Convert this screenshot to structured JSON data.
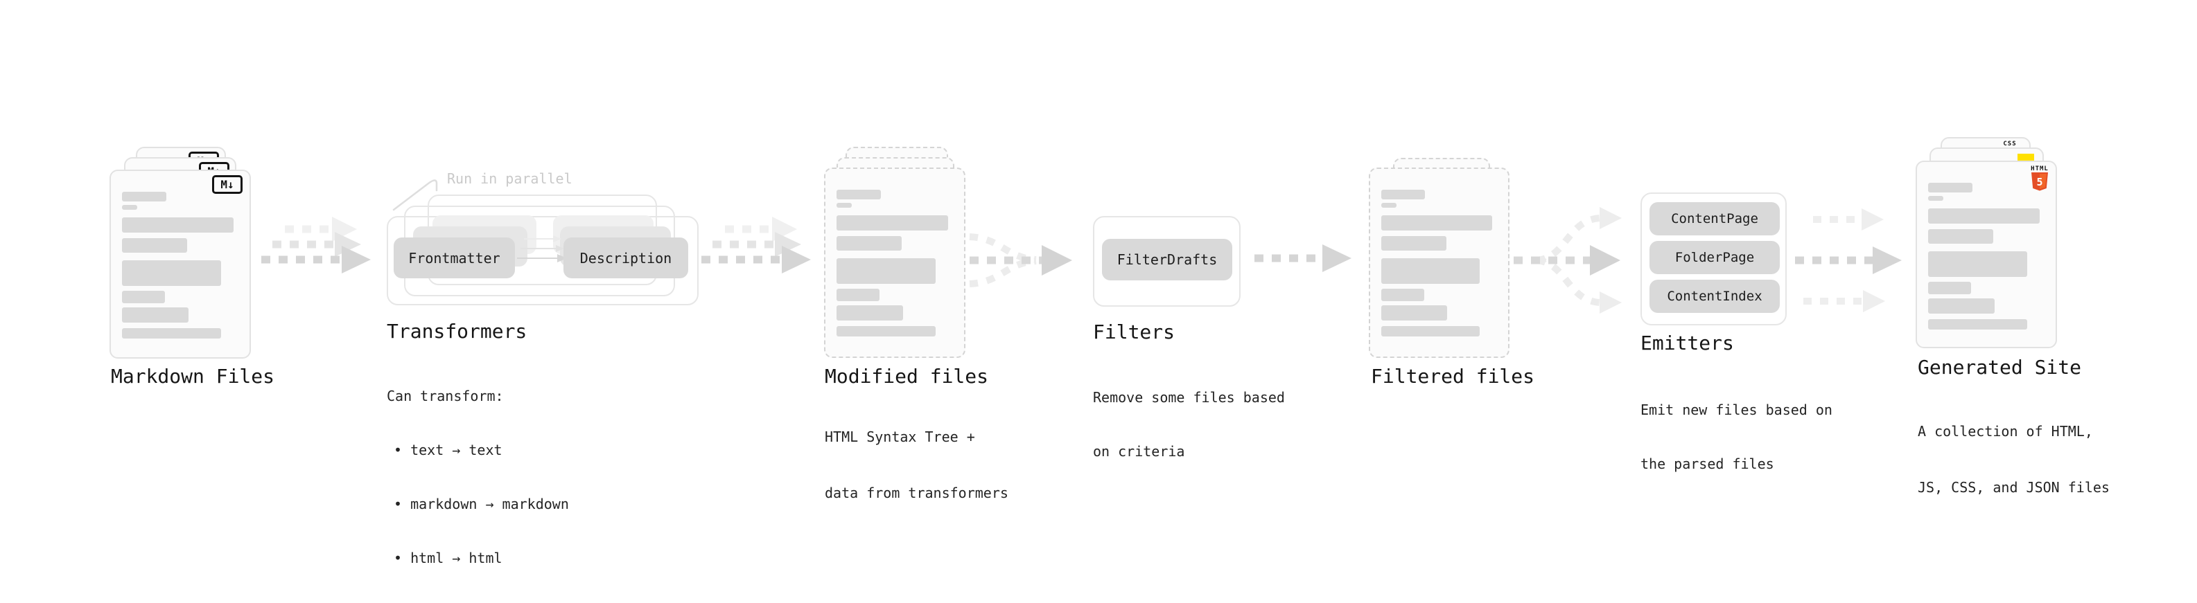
{
  "pipeline": {
    "markdown": {
      "label": "Markdown Files",
      "badge": "M↓"
    },
    "transformers": {
      "callout": "Run in parallel",
      "node_a": "Frontmatter",
      "node_b": "Description",
      "title": "Transformers",
      "desc_heading": "Can transform:",
      "bullets": [
        "• text → text",
        "• markdown → markdown",
        "• html → html"
      ]
    },
    "modified": {
      "label": "Modified files",
      "desc": [
        "HTML Syntax Tree +",
        "data from transformers"
      ]
    },
    "filters": {
      "title": "Filters",
      "node": "FilterDrafts",
      "desc": [
        "Remove some files based",
        "on criteria"
      ]
    },
    "filtered": {
      "label": "Filtered files"
    },
    "emitters": {
      "title": "Emitters",
      "nodes": [
        "ContentPage",
        "FolderPage",
        "ContentIndex"
      ],
      "desc": [
        "Emit new files based on",
        "the parsed files"
      ]
    },
    "generated": {
      "label": "Generated Site",
      "desc": [
        "A collection of HTML,",
        "JS, CSS, and JSON files"
      ],
      "html_badge_word": "HTML",
      "html_badge_number": "5",
      "css_badge_word": "CSS"
    }
  },
  "colors": {
    "html5_orange": "#e44d26",
    "html5_orange_light": "#f16529",
    "js_yellow": "#ffe000",
    "css_blue": "#2965f1",
    "arrow_main": "#d5d5d5",
    "arrow_ghost": "#e4e4e4",
    "arrow_faint": "#f0f0f0"
  }
}
